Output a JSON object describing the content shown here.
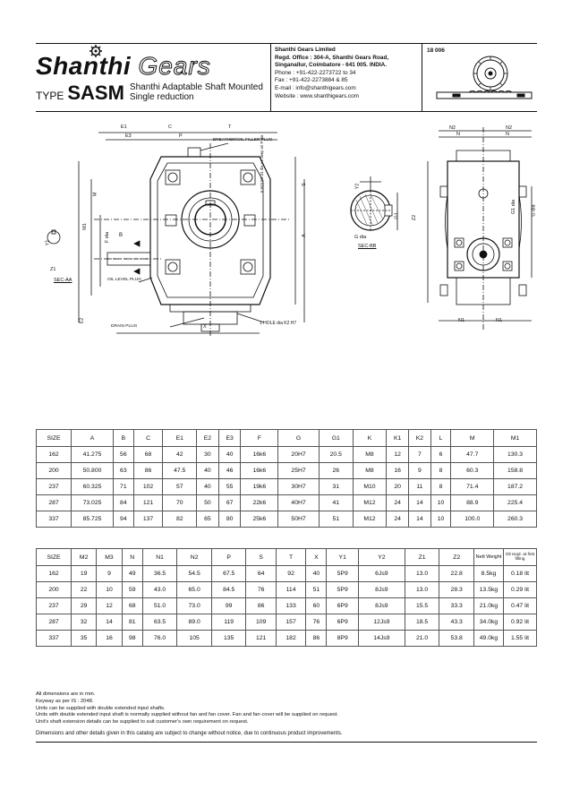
{
  "header": {
    "brand_name": "Shanthi",
    "brand_gears": "Gears",
    "type_label": "TYPE",
    "type_code": "SASM",
    "type_desc_line1": "Shanthi Adaptable Shaft Mounted",
    "type_desc_line2": "Single reduction",
    "company": "Shanthi Gears Limited",
    "address_line1": "Regd. Office : 304-A, Shanthi Gears Road,",
    "address_line2": "Singanallur, Coimbatore - 641 005. INDIA.",
    "phone": "Phone   : +91-422-2273722 to 34",
    "fax": "Fax       : +91-422-2273884 & 85",
    "email": "E-mail  : info@shanthigears.com",
    "website": "Website : www.shanthigears.com",
    "doc_number": "18 006"
  },
  "drawing_labels": {
    "E1": "E1",
    "E3": "E3",
    "C": "C",
    "P": "P",
    "T": "T",
    "breather": "BREATHER/OIL FILLER PLUG",
    "M": "M",
    "M1": "M1",
    "F_dia": "F dia",
    "B": "B",
    "hole_lbl": "6 HOLES Z1 dia x L deep on P dia",
    "Y1": "Y1",
    "Z1": "Z1",
    "sec_aa": "SEC-AA",
    "oil_level": "OIL LEVEL PLUG",
    "S": "S",
    "A": "A",
    "E2": "E2",
    "drain": "DRAIN PLUG",
    "X": "X",
    "hole_k2": "1 HOLE dia K2 H7",
    "Y2": "Y2",
    "G_dia": "G dia",
    "sec_bb": "SEC-BB",
    "G1": "G1",
    "Z2": "Z2",
    "N2": "N2",
    "N": "N",
    "N1": "N1",
    "G1_dia": "G1 dia",
    "G_dia2": "G dia"
  },
  "table1": {
    "headers": [
      "SIZE",
      "A",
      "B",
      "C",
      "E1",
      "E2",
      "E3",
      "F",
      "G",
      "G1",
      "K",
      "K1",
      "K2",
      "L",
      "M",
      "M1"
    ],
    "rows": [
      [
        "162",
        "41.275",
        "56",
        "68",
        "42",
        "30",
        "40",
        "16k6",
        "20H7",
        "20.5",
        "M8",
        "12",
        "7",
        "6",
        "47.7",
        "130.3"
      ],
      [
        "200",
        "50.800",
        "63",
        "86",
        "47.5",
        "40",
        "46",
        "16k6",
        "25H7",
        "26",
        "M8",
        "16",
        "9",
        "8",
        "60.3",
        "158.8"
      ],
      [
        "237",
        "60.325",
        "71",
        "102",
        "57",
        "40",
        "55",
        "19k6",
        "30H7",
        "31",
        "M10",
        "20",
        "11",
        "8",
        "71.4",
        "187.2"
      ],
      [
        "287",
        "73.025",
        "84",
        "121",
        "70",
        "50",
        "67",
        "22k6",
        "40H7",
        "41",
        "M12",
        "24",
        "14",
        "10",
        "88.9",
        "225.4"
      ],
      [
        "337",
        "85.725",
        "94",
        "137",
        "82",
        "65",
        "80",
        "25k6",
        "50H7",
        "51",
        "M12",
        "24",
        "14",
        "10",
        "100.0",
        "260.3"
      ]
    ]
  },
  "table2": {
    "headers": [
      "SIZE",
      "M2",
      "M3",
      "N",
      "N1",
      "N2",
      "P",
      "S",
      "T",
      "X",
      "Y1",
      "Y2",
      "Z1",
      "Z2",
      "Nett Weight",
      "Oil reqd. at first filling"
    ],
    "rows": [
      [
        "162",
        "19",
        "9",
        "49",
        "36.5",
        "54.5",
        "67.5",
        "64",
        "92",
        "40",
        "5P9",
        "6Js9",
        "13.0",
        "22.8",
        "8.5kg",
        "0.18 lit"
      ],
      [
        "200",
        "22",
        "10",
        "59",
        "43.0",
        "65.0",
        "84.5",
        "76",
        "114",
        "51",
        "5P9",
        "8Js9",
        "13.0",
        "28.3",
        "13.5kg",
        "0.29 lit"
      ],
      [
        "237",
        "29",
        "12",
        "68",
        "51.0",
        "73.0",
        "99",
        "86",
        "133",
        "60",
        "6P9",
        "8Js9",
        "15.5",
        "33.3",
        "21.0kg",
        "0.47 lit"
      ],
      [
        "287",
        "32",
        "14",
        "81",
        "63.5",
        "89.0",
        "119",
        "109",
        "157",
        "76",
        "6P9",
        "12Js9",
        "18.5",
        "43.3",
        "34.0kg",
        "0.92 lit"
      ],
      [
        "337",
        "35",
        "16",
        "98",
        "76.0",
        "105",
        "135",
        "121",
        "182",
        "86",
        "8P9",
        "14Js9",
        "21.0",
        "53.8",
        "49.0kg",
        "1.55 lit"
      ]
    ]
  },
  "notes": [
    "All dimensions are in mm.",
    "Keyway as per IS : 2048.",
    "Units can be supplied with double extended input shafts.",
    "Units with double extended input shaft is normally supplied without fan and fan cover. Fan and fan cover will be supplied on request.",
    "Unit's shaft extension details can be supplied to suit customer's own requirement on request."
  ],
  "disclaimer": "Dimensions and other details given in this catalog are subject to change without notice, due to continuous product improvements."
}
